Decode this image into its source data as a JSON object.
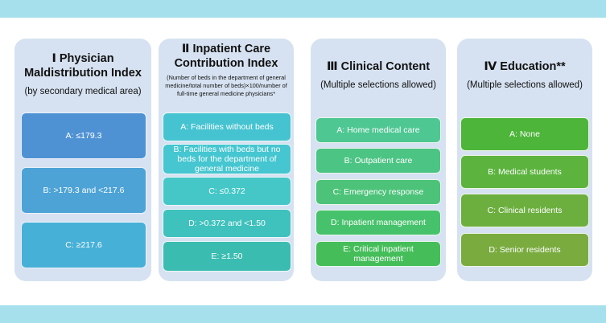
{
  "panels": [
    {
      "title": "Ⅰ Physician Maldistribution Index",
      "subtitle": "(by secondary medical area)",
      "options": [
        "A: ≤179.3",
        "B: >179.3 and <217.6",
        "C: ≥217.6"
      ],
      "colors": [
        "#4f92d4",
        "#4da3d6",
        "#47b0d6"
      ]
    },
    {
      "title": "Ⅱ Inpatient Care Contribution Index",
      "subtitle": "(Number of beds in the department of general medicine/total number of beds)×100/number of full-time general medicine physicians*",
      "options": [
        "A: Facilities without beds",
        "B: Facilities with beds but no beds for the department of general medicine",
        "C: ≤0.372",
        "D: >0.372 and <1.50",
        "E: ≥1.50"
      ],
      "colors": [
        "#45c3d1",
        "#45c6d0",
        "#45c7c7",
        "#3fc1bd",
        "#3bbcb0"
      ]
    },
    {
      "title": "Ⅲ Clinical Content",
      "subtitle": "(Multiple selections allowed)",
      "options": [
        "A: Home medical care",
        "B: Outpatient care",
        "C: Emergency response",
        "D: Inpatient management",
        "E: Critical inpatient management"
      ],
      "colors": [
        "#4ec793",
        "#4cc484",
        "#4cc379",
        "#47c26c",
        "#45be5a"
      ]
    },
    {
      "title": "Ⅳ Education**",
      "subtitle": "(Multiple selections allowed)",
      "options": [
        "A: None",
        "B: Medical students",
        "C: Clinical residents",
        "D: Senior residents"
      ],
      "colors": [
        "#4db53a",
        "#5cb33e",
        "#6caf3f",
        "#7aab3f"
      ]
    }
  ]
}
